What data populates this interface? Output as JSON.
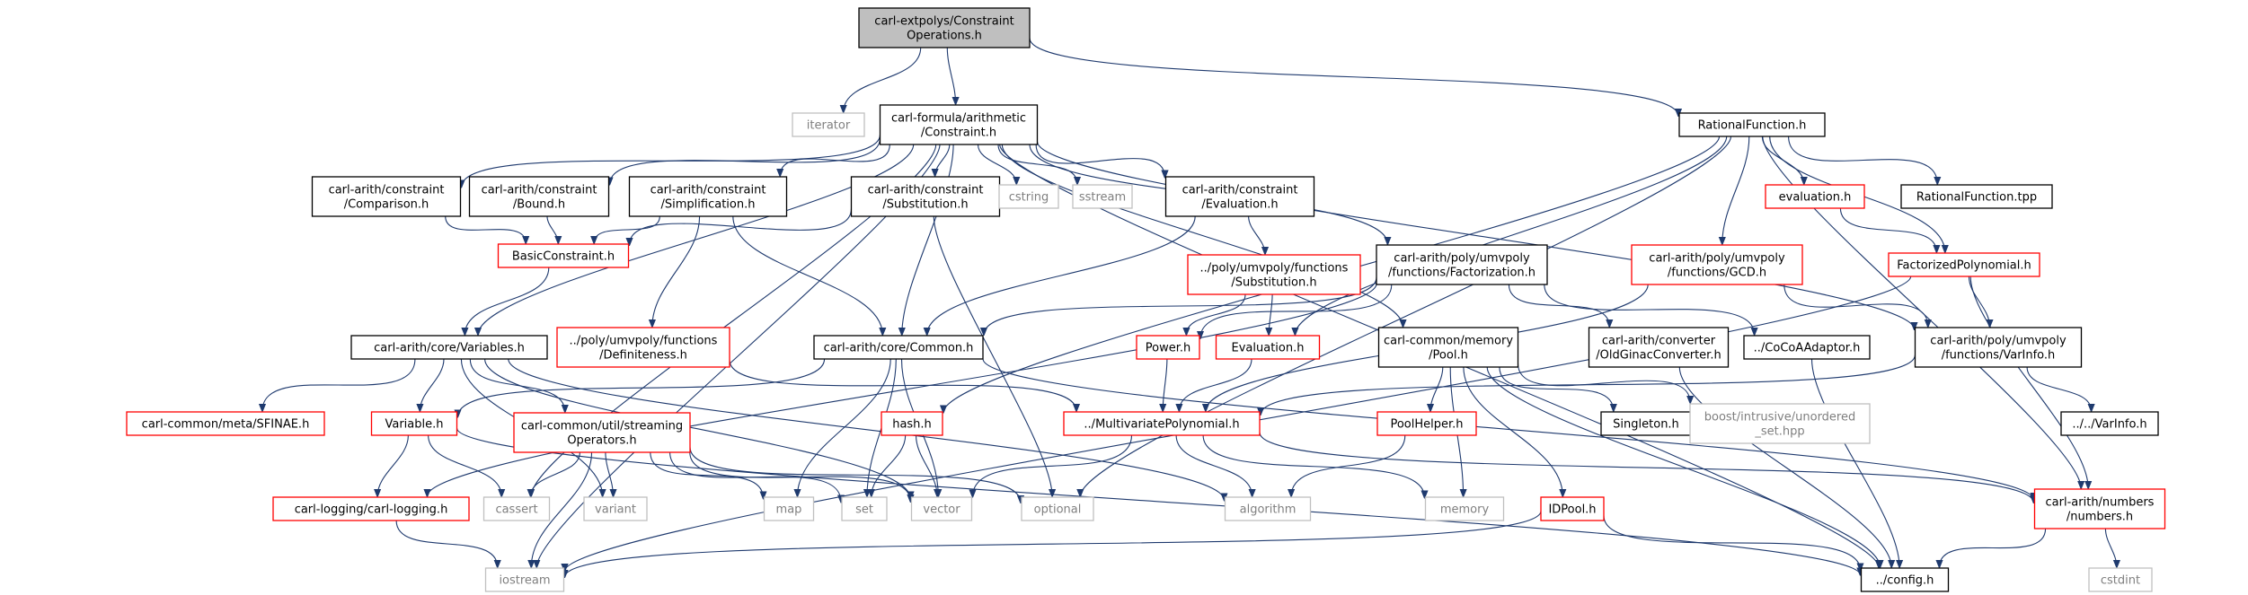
{
  "colors": {
    "root_fill": "#bfbfbf",
    "root_stroke": "#000000",
    "header_stroke": "#000000",
    "truncated_stroke": "#ff0000",
    "system_stroke": "#bfbfbf",
    "system_text": "#7f7f7f",
    "edge": "#1f3a6e",
    "background": "#ffffff"
  },
  "nodes": [
    {
      "id": "root",
      "kind": "root",
      "lines": [
        "carl-extpolys/Constraint",
        "Operations.h"
      ]
    },
    {
      "id": "iterator",
      "kind": "system",
      "lines": [
        "iterator"
      ]
    },
    {
      "id": "constraint",
      "kind": "header",
      "lines": [
        "carl-formula/arithmetic",
        "/Constraint.h"
      ]
    },
    {
      "id": "ratfunc",
      "kind": "header",
      "lines": [
        "RationalFunction.h"
      ]
    },
    {
      "id": "comparison",
      "kind": "header",
      "lines": [
        "carl-arith/constraint",
        "/Comparison.h"
      ]
    },
    {
      "id": "bound",
      "kind": "header",
      "lines": [
        "carl-arith/constraint",
        "/Bound.h"
      ]
    },
    {
      "id": "simplification",
      "kind": "header",
      "lines": [
        "carl-arith/constraint",
        "/Simplification.h"
      ]
    },
    {
      "id": "substitution",
      "kind": "header",
      "lines": [
        "carl-arith/constraint",
        "/Substitution.h"
      ]
    },
    {
      "id": "cstring",
      "kind": "system",
      "lines": [
        "cstring"
      ]
    },
    {
      "id": "sstream",
      "kind": "system",
      "lines": [
        "sstream"
      ]
    },
    {
      "id": "evaluation_c",
      "kind": "header",
      "lines": [
        "carl-arith/constraint",
        "/Evaluation.h"
      ]
    },
    {
      "id": "evaluation_r",
      "kind": "truncated",
      "lines": [
        "evaluation.h"
      ]
    },
    {
      "id": "ratfunc_tpp",
      "kind": "header",
      "lines": [
        "RationalFunction.tpp"
      ]
    },
    {
      "id": "basic",
      "kind": "truncated",
      "lines": [
        "BasicConstraint.h"
      ]
    },
    {
      "id": "subst_func",
      "kind": "truncated",
      "lines": [
        "../poly/umvpoly/functions",
        "/Substitution.h"
      ]
    },
    {
      "id": "factorization",
      "kind": "header",
      "lines": [
        "carl-arith/poly/umvpoly",
        "/functions/Factorization.h"
      ]
    },
    {
      "id": "gcd",
      "kind": "truncated",
      "lines": [
        "carl-arith/poly/umvpoly",
        "/functions/GCD.h"
      ]
    },
    {
      "id": "factpoly",
      "kind": "truncated",
      "lines": [
        "FactorizedPolynomial.h"
      ]
    },
    {
      "id": "variables",
      "kind": "header",
      "lines": [
        "carl-arith/core/Variables.h"
      ]
    },
    {
      "id": "definiteness",
      "kind": "truncated",
      "lines": [
        "../poly/umvpoly/functions",
        "/Definiteness.h"
      ]
    },
    {
      "id": "common",
      "kind": "header",
      "lines": [
        "carl-arith/core/Common.h"
      ]
    },
    {
      "id": "power",
      "kind": "truncated",
      "lines": [
        "Power.h"
      ]
    },
    {
      "id": "evaluation_f",
      "kind": "truncated",
      "lines": [
        "Evaluation.h"
      ]
    },
    {
      "id": "pool",
      "kind": "header",
      "lines": [
        "carl-common/memory",
        "/Pool.h"
      ]
    },
    {
      "id": "oldginac",
      "kind": "header",
      "lines": [
        "carl-arith/converter",
        "/OldGinacConverter.h"
      ]
    },
    {
      "id": "cocoa",
      "kind": "header",
      "lines": [
        "../CoCoAAdaptor.h"
      ]
    },
    {
      "id": "varinfo",
      "kind": "header",
      "lines": [
        "carl-arith/poly/umvpoly",
        "/functions/VarInfo.h"
      ]
    },
    {
      "id": "sfinae",
      "kind": "truncated",
      "lines": [
        "carl-common/meta/SFINAE.h"
      ]
    },
    {
      "id": "variable",
      "kind": "truncated",
      "lines": [
        "Variable.h"
      ]
    },
    {
      "id": "streaming",
      "kind": "truncated",
      "lines": [
        "carl-common/util/streaming",
        "Operators.h"
      ]
    },
    {
      "id": "hash",
      "kind": "truncated",
      "lines": [
        "hash.h"
      ]
    },
    {
      "id": "multipoly",
      "kind": "truncated",
      "lines": [
        "../MultivariatePolynomial.h"
      ]
    },
    {
      "id": "poolhelper",
      "kind": "truncated",
      "lines": [
        "PoolHelper.h"
      ]
    },
    {
      "id": "singleton",
      "kind": "header",
      "lines": [
        "Singleton.h"
      ]
    },
    {
      "id": "boost",
      "kind": "system",
      "lines": [
        "boost/intrusive/unordered",
        "_set.hpp"
      ]
    },
    {
      "id": "varinfo2",
      "kind": "header",
      "lines": [
        "../../VarInfo.h"
      ]
    },
    {
      "id": "logging",
      "kind": "truncated",
      "lines": [
        "carl-logging/carl-logging.h"
      ]
    },
    {
      "id": "cassert",
      "kind": "system",
      "lines": [
        "cassert"
      ]
    },
    {
      "id": "variant",
      "kind": "system",
      "lines": [
        "variant"
      ]
    },
    {
      "id": "map",
      "kind": "system",
      "lines": [
        "map"
      ]
    },
    {
      "id": "set",
      "kind": "system",
      "lines": [
        "set"
      ]
    },
    {
      "id": "vector",
      "kind": "system",
      "lines": [
        "vector"
      ]
    },
    {
      "id": "optional",
      "kind": "system",
      "lines": [
        "optional"
      ]
    },
    {
      "id": "algorithm",
      "kind": "system",
      "lines": [
        "algorithm"
      ]
    },
    {
      "id": "memory",
      "kind": "system",
      "lines": [
        "memory"
      ]
    },
    {
      "id": "idpool",
      "kind": "truncated",
      "lines": [
        "IDPool.h"
      ]
    },
    {
      "id": "numbers",
      "kind": "truncated",
      "lines": [
        "carl-arith/numbers",
        "/numbers.h"
      ]
    },
    {
      "id": "iostream",
      "kind": "system",
      "lines": [
        "iostream"
      ]
    },
    {
      "id": "config",
      "kind": "header",
      "lines": [
        "../config.h"
      ]
    },
    {
      "id": "cstdint",
      "kind": "system",
      "lines": [
        "cstdint"
      ]
    }
  ],
  "edges": [
    [
      "root",
      "iterator"
    ],
    [
      "root",
      "constraint"
    ],
    [
      "root",
      "ratfunc"
    ],
    [
      "constraint",
      "comparison"
    ],
    [
      "constraint",
      "bound"
    ],
    [
      "constraint",
      "simplification"
    ],
    [
      "constraint",
      "substitution"
    ],
    [
      "constraint",
      "cstring"
    ],
    [
      "constraint",
      "sstream"
    ],
    [
      "constraint",
      "evaluation_c"
    ],
    [
      "constraint",
      "factorization"
    ],
    [
      "constraint",
      "variables"
    ],
    [
      "constraint",
      "common"
    ],
    [
      "constraint",
      "pool"
    ],
    [
      "constraint",
      "varinfo"
    ],
    [
      "constraint",
      "cassert"
    ],
    [
      "constraint",
      "iostream"
    ],
    [
      "constraint",
      "config"
    ],
    [
      "ratfunc",
      "evaluation_r"
    ],
    [
      "ratfunc",
      "ratfunc_tpp"
    ],
    [
      "ratfunc",
      "gcd"
    ],
    [
      "ratfunc",
      "factpoly"
    ],
    [
      "ratfunc",
      "hash"
    ],
    [
      "ratfunc",
      "optional"
    ],
    [
      "ratfunc",
      "evaluation_f"
    ],
    [
      "ratfunc",
      "numbers"
    ],
    [
      "comparison",
      "basic"
    ],
    [
      "bound",
      "basic"
    ],
    [
      "simplification",
      "basic"
    ],
    [
      "simplification",
      "common"
    ],
    [
      "simplification",
      "definiteness"
    ],
    [
      "substitution",
      "basic"
    ],
    [
      "substitution",
      "optional"
    ],
    [
      "evaluation_c",
      "common"
    ],
    [
      "evaluation_c",
      "subst_func"
    ],
    [
      "basic",
      "variables"
    ],
    [
      "subst_func",
      "power"
    ],
    [
      "subst_func",
      "evaluation_f"
    ],
    [
      "factorization",
      "common"
    ],
    [
      "factorization",
      "power"
    ],
    [
      "factorization",
      "oldginac"
    ],
    [
      "factorization",
      "cocoa"
    ],
    [
      "factorization",
      "logging"
    ],
    [
      "gcd",
      "multipoly"
    ],
    [
      "gcd",
      "varinfo"
    ],
    [
      "evaluation_r",
      "factpoly"
    ],
    [
      "factpoly",
      "varinfo"
    ],
    [
      "factpoly",
      "numbers"
    ],
    [
      "factpoly",
      "iostream"
    ],
    [
      "variables",
      "sfinae"
    ],
    [
      "variables",
      "variable"
    ],
    [
      "variables",
      "streaming"
    ],
    [
      "variables",
      "variant"
    ],
    [
      "variables",
      "vector"
    ],
    [
      "variables",
      "algorithm"
    ],
    [
      "definiteness",
      "multipoly"
    ],
    [
      "common",
      "variable"
    ],
    [
      "common",
      "map"
    ],
    [
      "common",
      "set"
    ],
    [
      "common",
      "vector"
    ],
    [
      "common",
      "numbers"
    ],
    [
      "power",
      "multipoly"
    ],
    [
      "evaluation_f",
      "multipoly"
    ],
    [
      "pool",
      "poolhelper"
    ],
    [
      "pool",
      "singleton"
    ],
    [
      "pool",
      "boost"
    ],
    [
      "pool",
      "idpool"
    ],
    [
      "pool",
      "memory"
    ],
    [
      "pool",
      "config"
    ],
    [
      "oldginac",
      "config"
    ],
    [
      "cocoa",
      "config"
    ],
    [
      "varinfo",
      "varinfo2"
    ],
    [
      "varinfo",
      "multipoly"
    ],
    [
      "variable",
      "logging"
    ],
    [
      "variable",
      "cassert"
    ],
    [
      "variable",
      "config"
    ],
    [
      "streaming",
      "cassert"
    ],
    [
      "streaming",
      "variant"
    ],
    [
      "streaming",
      "map"
    ],
    [
      "streaming",
      "set"
    ],
    [
      "streaming",
      "vector"
    ],
    [
      "streaming",
      "optional"
    ],
    [
      "streaming",
      "iostream"
    ],
    [
      "hash",
      "set"
    ],
    [
      "hash",
      "vector"
    ],
    [
      "multipoly",
      "vector"
    ],
    [
      "multipoly",
      "algorithm"
    ],
    [
      "multipoly",
      "memory"
    ],
    [
      "multipoly",
      "numbers"
    ],
    [
      "poolhelper",
      "algorithm"
    ],
    [
      "idpool",
      "iostream"
    ],
    [
      "idpool",
      "config"
    ],
    [
      "logging",
      "iostream"
    ],
    [
      "numbers",
      "config"
    ],
    [
      "numbers",
      "cstdint"
    ]
  ]
}
